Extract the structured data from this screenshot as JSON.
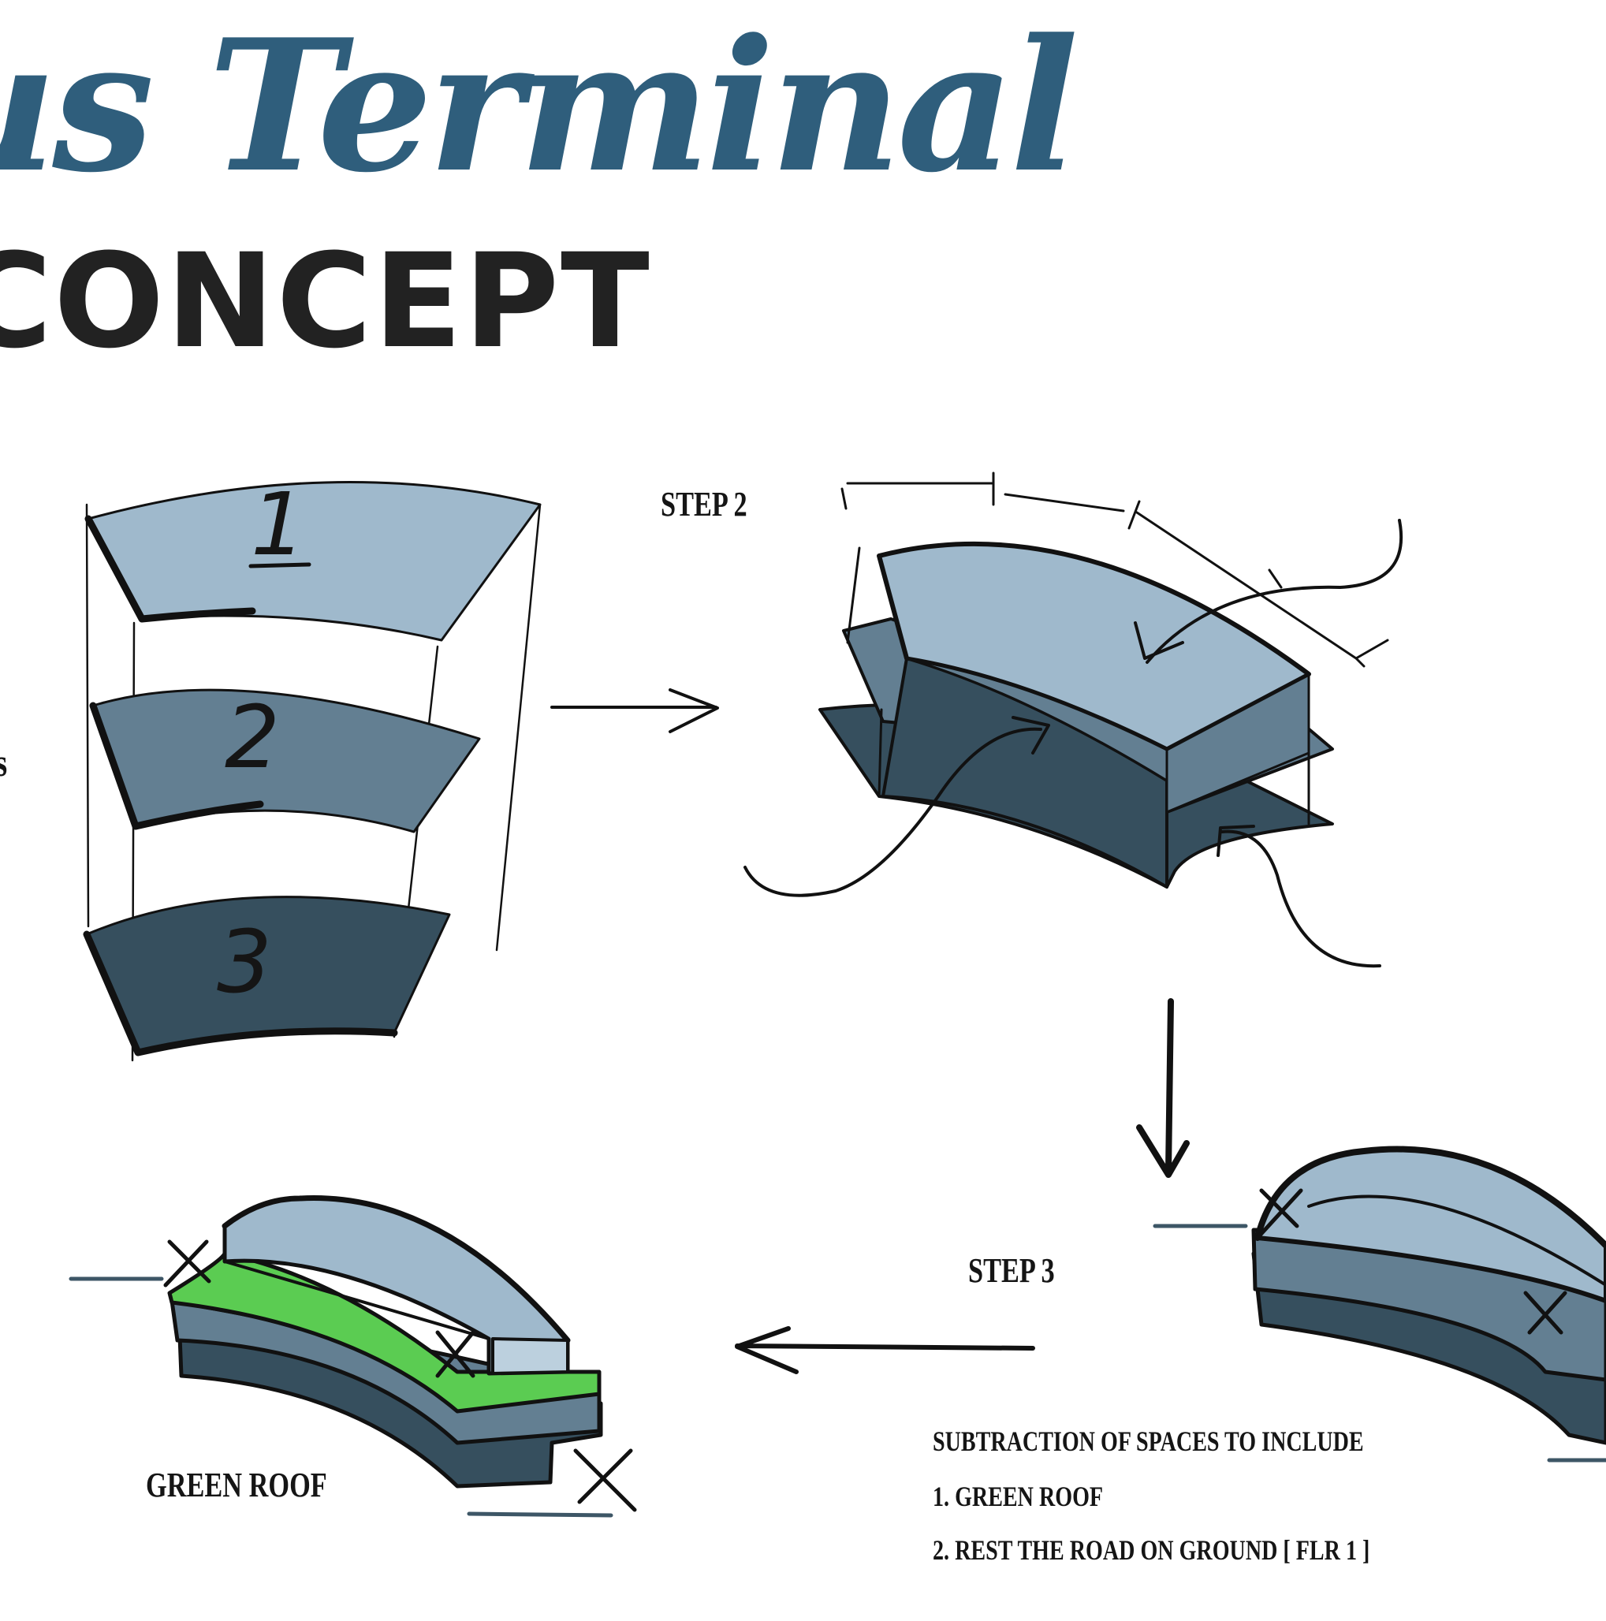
{
  "title": "us Terminal",
  "subtitle": "CONCEPT",
  "side_fragment": "s",
  "layer_numbers": [
    "1",
    "2",
    "3"
  ],
  "steps": {
    "step2": "STEP 2",
    "step3": "STEP 3"
  },
  "green_roof_label": "GREEN ROOF",
  "notes": [
    "SUBTRACTION OF SPACES TO INCLUDE",
    "1. GREEN ROOF",
    "2. REST THE ROAD ON GROUND [ FLR 1 ]"
  ],
  "colors": {
    "layer_light": "#9fb9cc",
    "layer_mid": "#637f92",
    "layer_dark": "#364f5e",
    "green_roof": "#5bcc52",
    "title_blue": "#2f5e7c",
    "ink": "#111111"
  }
}
